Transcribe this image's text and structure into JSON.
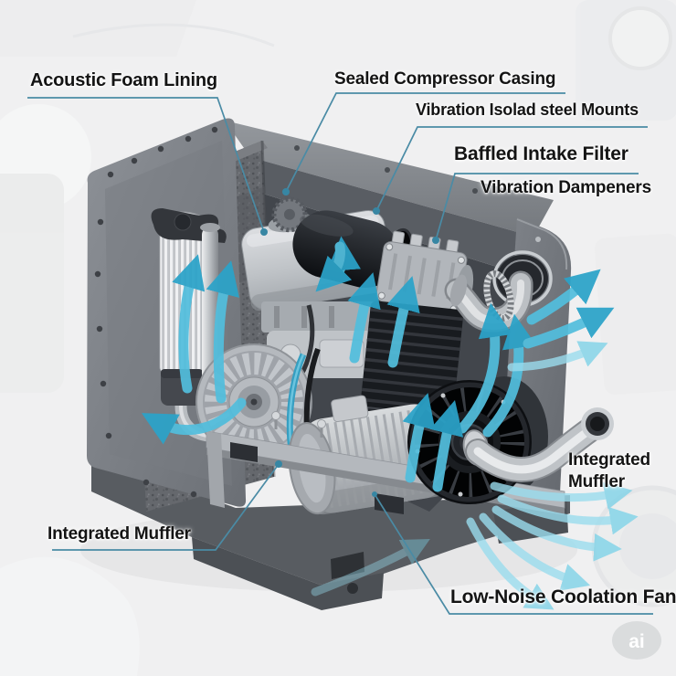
{
  "labels": {
    "acoustic_foam_lining": "Acoustic Foam Lining",
    "sealed_compressor_casing": "Sealed Compressor Casing",
    "vibration_isolad_steel_mounts": "Vibration Isolad steel Mounts",
    "baffled_intake_filter": "Baffled Intake Filter",
    "vibration_dampeners": "Vibration Dampeners",
    "integrated_muffler_right": "Integrated\nMuffler",
    "integrated_muffler_left": "Integrated Muffler",
    "low_noise_coolation_fan": "Low-Noise Coolation Fan"
  },
  "watermark": {
    "text": "ai"
  },
  "colors": {
    "background": "#f0f0f1",
    "label_text": "#141414",
    "leader_line": "#4a8ba5",
    "leader_dot": "#3786a3",
    "arrow_airflow": "#52bedd",
    "arrow_airflow_light": "#9adcee",
    "casing_gray": "#75797f",
    "foam_gray": "#65686d",
    "engine_silver": "#bfc3c7",
    "part_black": "#17191c"
  }
}
